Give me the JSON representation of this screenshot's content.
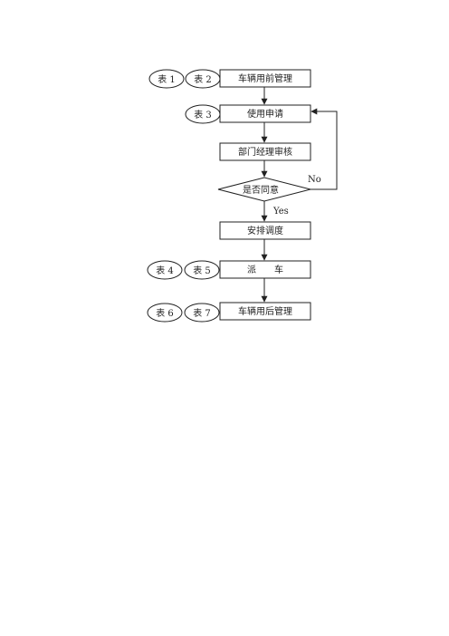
{
  "diagram": {
    "nodes": {
      "vehicle_pre_management": "车辆用前管理",
      "use_application": "使用申请",
      "dept_manager_review": "部门经理审核",
      "approved_decision": "是否同意",
      "dispatch_schedule": "安排调度",
      "dispatch_vehicle": "派　　车",
      "vehicle_post_management": "车辆用后管理"
    },
    "forms": {
      "form1": "表 1",
      "form2": "表 2",
      "form3": "表 3",
      "form4": "表 4",
      "form5": "表 5",
      "form6": "表 6",
      "form7": "表 7"
    },
    "edge_labels": {
      "no": "No",
      "yes": "Yes"
    },
    "colors": {
      "stroke": "#222222",
      "background": "#ffffff"
    }
  }
}
